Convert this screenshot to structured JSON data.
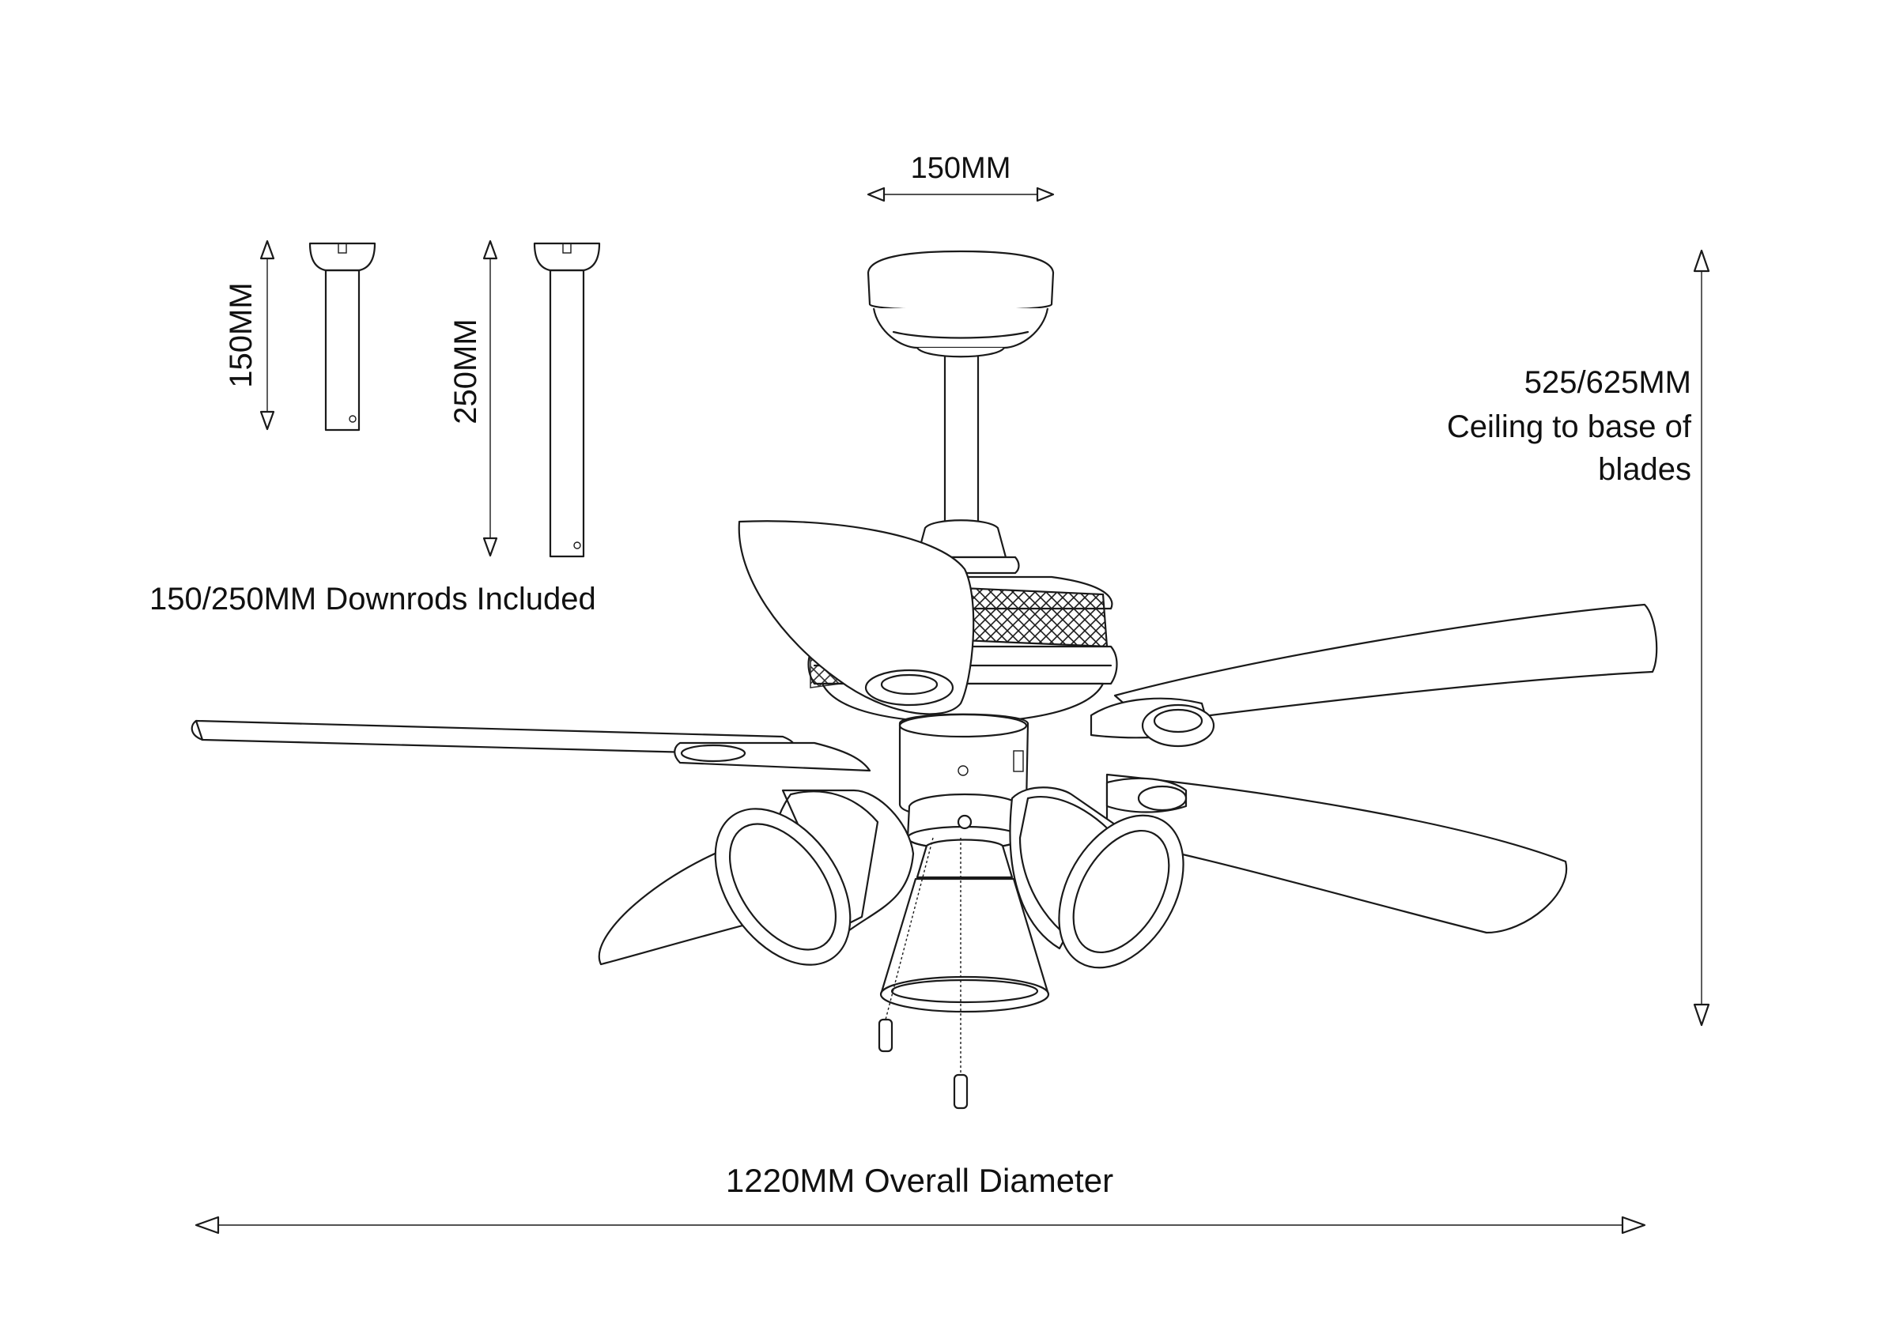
{
  "labels": {
    "canopy_width": "150MM",
    "downrod_short": "150MM",
    "downrod_long": "250MM",
    "downrods_included": "150/250MM Downrods Included",
    "height_value": "525/625MM",
    "height_desc_line1": "Ceiling to base of",
    "height_desc_line2": "blades",
    "overall_diameter": "1220MM Overall Diameter"
  },
  "icons": {
    "fan": "ceiling-fan-with-light-kit-icon",
    "downrod": "downrod-icon",
    "arrow": "double-headed-arrow-icon"
  },
  "colors": {
    "line": "#1a1a1a",
    "background": "#ffffff"
  }
}
